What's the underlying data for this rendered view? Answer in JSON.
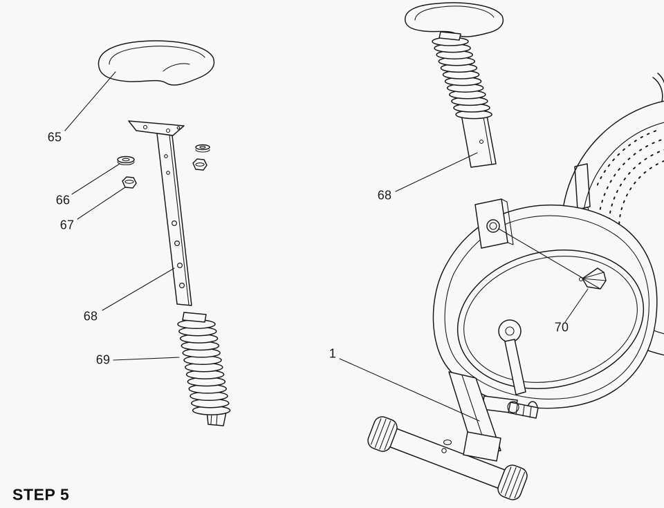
{
  "title": "STEP 5",
  "colors": {
    "background": "#f8f8f8",
    "line": "#1a1a1a"
  },
  "parts": {
    "seat": {
      "label": "65"
    },
    "seat_washer": {
      "label": "66"
    },
    "seat_nut": {
      "label": "67"
    },
    "seat_post": {
      "label": "68"
    },
    "seat_post_sleeve": {
      "label": "69"
    },
    "seat_post_installed": {
      "label": "68"
    },
    "tension_knob": {
      "label": "70"
    },
    "main_frame": {
      "label": "1"
    }
  }
}
